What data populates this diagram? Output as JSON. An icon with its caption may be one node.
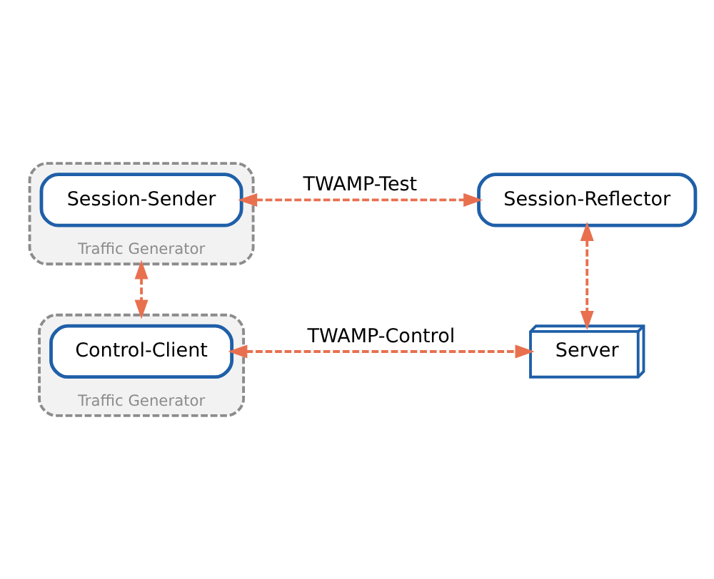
{
  "diagram": {
    "nodes": [
      {
        "text": [
          "Traffic Generator"
        ]
      },
      {
        "text": [
          "Session-Sender"
        ],
        "in": 0
      },
      {
        "text": [
          "Session-Reflector"
        ]
      },
      {
        "text": [
          "Traffic Generator"
        ]
      },
      {
        "text": [
          "Control-Client"
        ],
        "in": 3
      },
      {
        "text": [
          "Server"
        ]
      }
    ],
    "edges": [
      {
        "from": 1,
        "to": 2,
        "arrow": "both",
        "label": "TWAMP-Test",
        "style": "dashed",
        "color": "#e8704f"
      },
      {
        "from": 0,
        "to": 3,
        "arrow": "both",
        "style": "dashed",
        "color": "#e8704f"
      },
      {
        "from": 2,
        "to": 5,
        "arrow": "both",
        "style": "dashed",
        "color": "#e8704f"
      },
      {
        "from": 4,
        "to": 5,
        "arrow": "both",
        "label": "TWAMP-Control",
        "style": "dashed",
        "color": "#e8704f"
      }
    ]
  }
}
